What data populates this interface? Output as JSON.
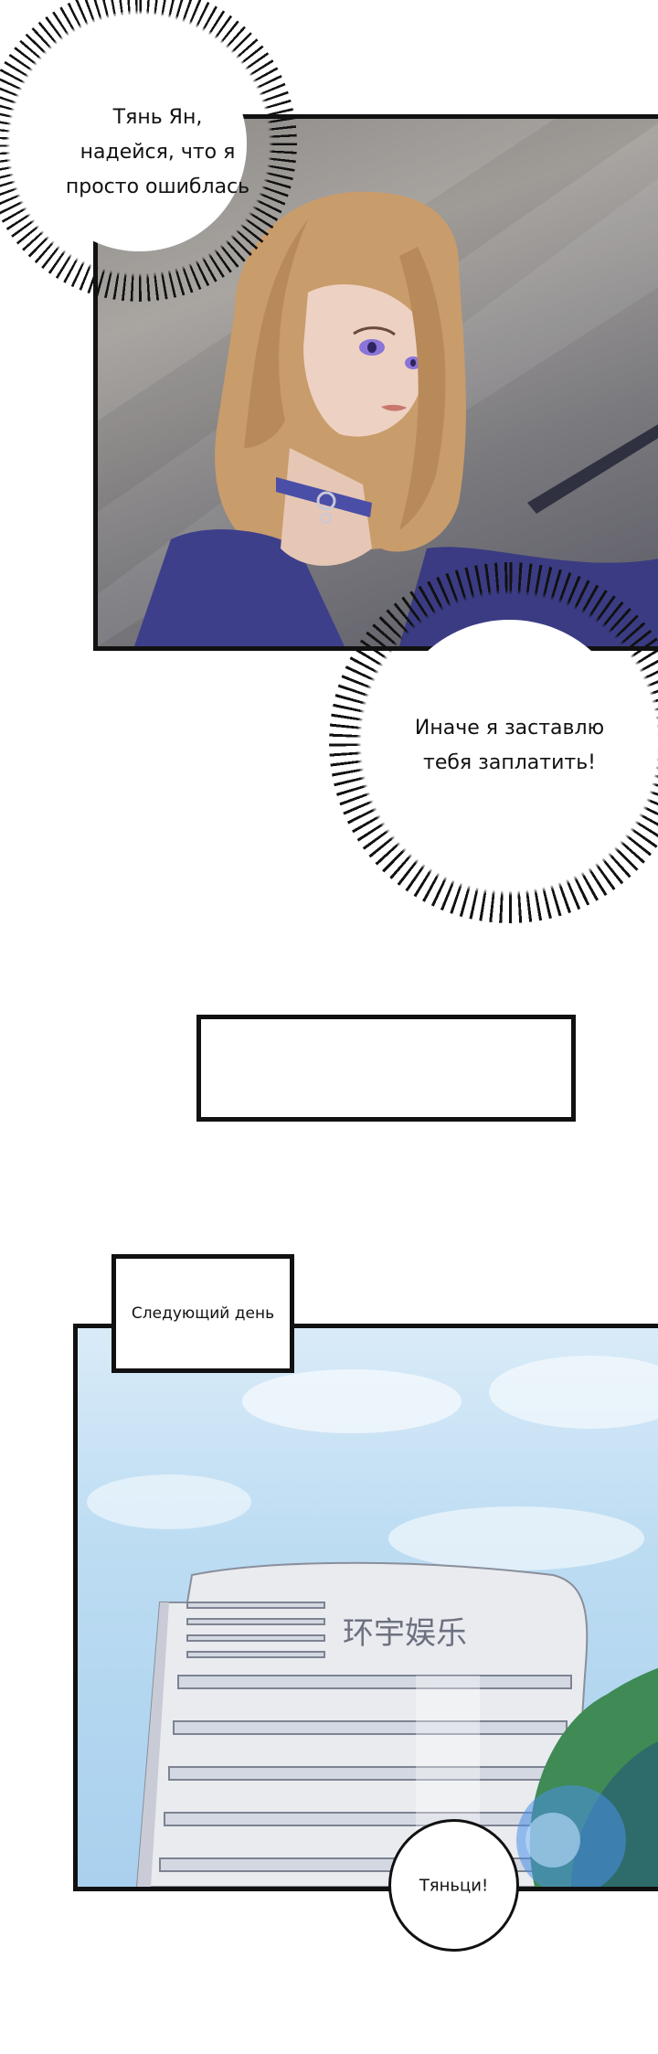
{
  "page": {
    "type": "webtoon-page",
    "background": "#ffffff"
  },
  "panel1": {
    "scene": "woman with long light-brown hair and violet eyes looking up, wearing dark blue outfit with choker, grey car interior background",
    "colors": {
      "hair": "#c99c6c",
      "outfit": "#3e3f8a",
      "eyes": "#8a74d8",
      "background": "#8d8a87"
    }
  },
  "bubbles": [
    {
      "id": "bubble-1",
      "style": "spiky-thought",
      "text": "Тянь Ян,\nнадейся, что я\nпросто ошиблась"
    },
    {
      "id": "bubble-2",
      "style": "spiky-thought",
      "text": "Иначе я заставлю\nтебя заплатить!"
    }
  ],
  "empty_box": {
    "text": ""
  },
  "caption": {
    "text": "Следующий день"
  },
  "panel2": {
    "scene": "tall white curved office building against blue sky with clouds, green tree and lens flare at right",
    "building_sign": "环宇娱乐",
    "colors": {
      "sky": "#bcdcf2",
      "building": "#e9ebef",
      "tree": "#3f8a55",
      "flare": "#4a8fe8"
    }
  },
  "speech": {
    "text": "Тяньци!"
  }
}
